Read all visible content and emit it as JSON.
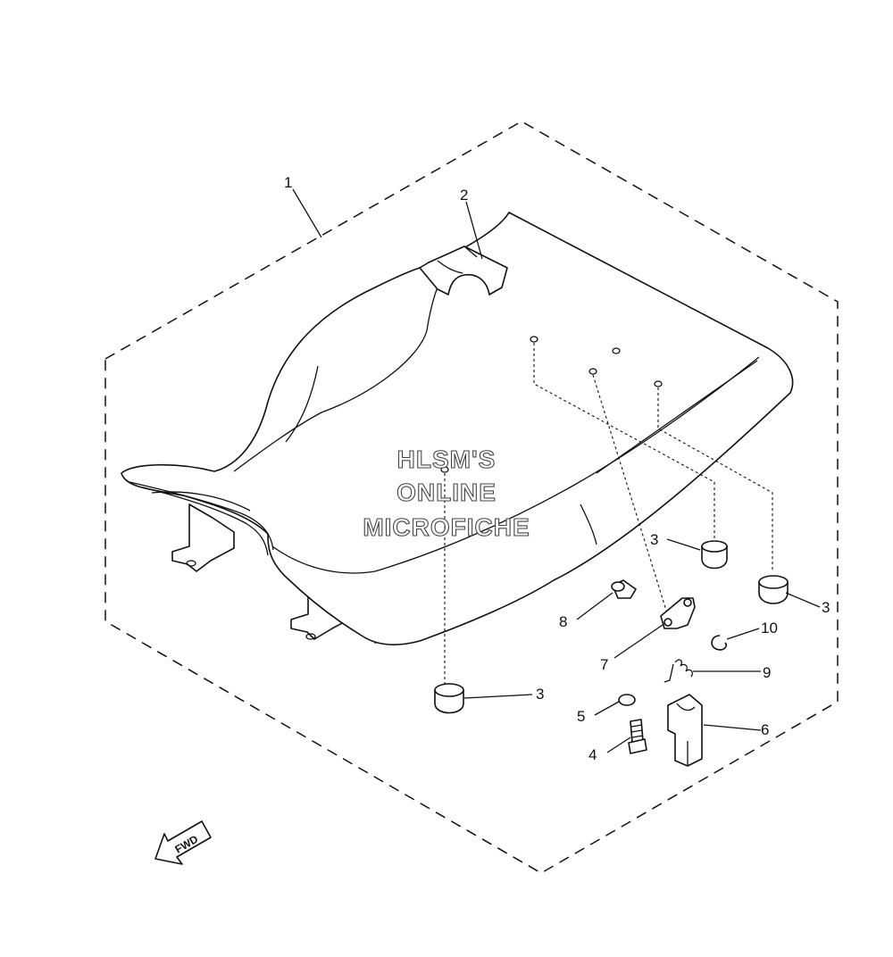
{
  "callouts": {
    "c1": "1",
    "c2": "2",
    "c3a": "3",
    "c3b": "3",
    "c3c": "3",
    "c4": "4",
    "c5": "5",
    "c6": "6",
    "c7": "7",
    "c8": "8",
    "c9": "9",
    "c10": "10"
  },
  "watermark": {
    "line1": "HLSM'S",
    "line2": "ONLINE",
    "line3": "MICROFICHE"
  },
  "fwd_label": "FWD"
}
